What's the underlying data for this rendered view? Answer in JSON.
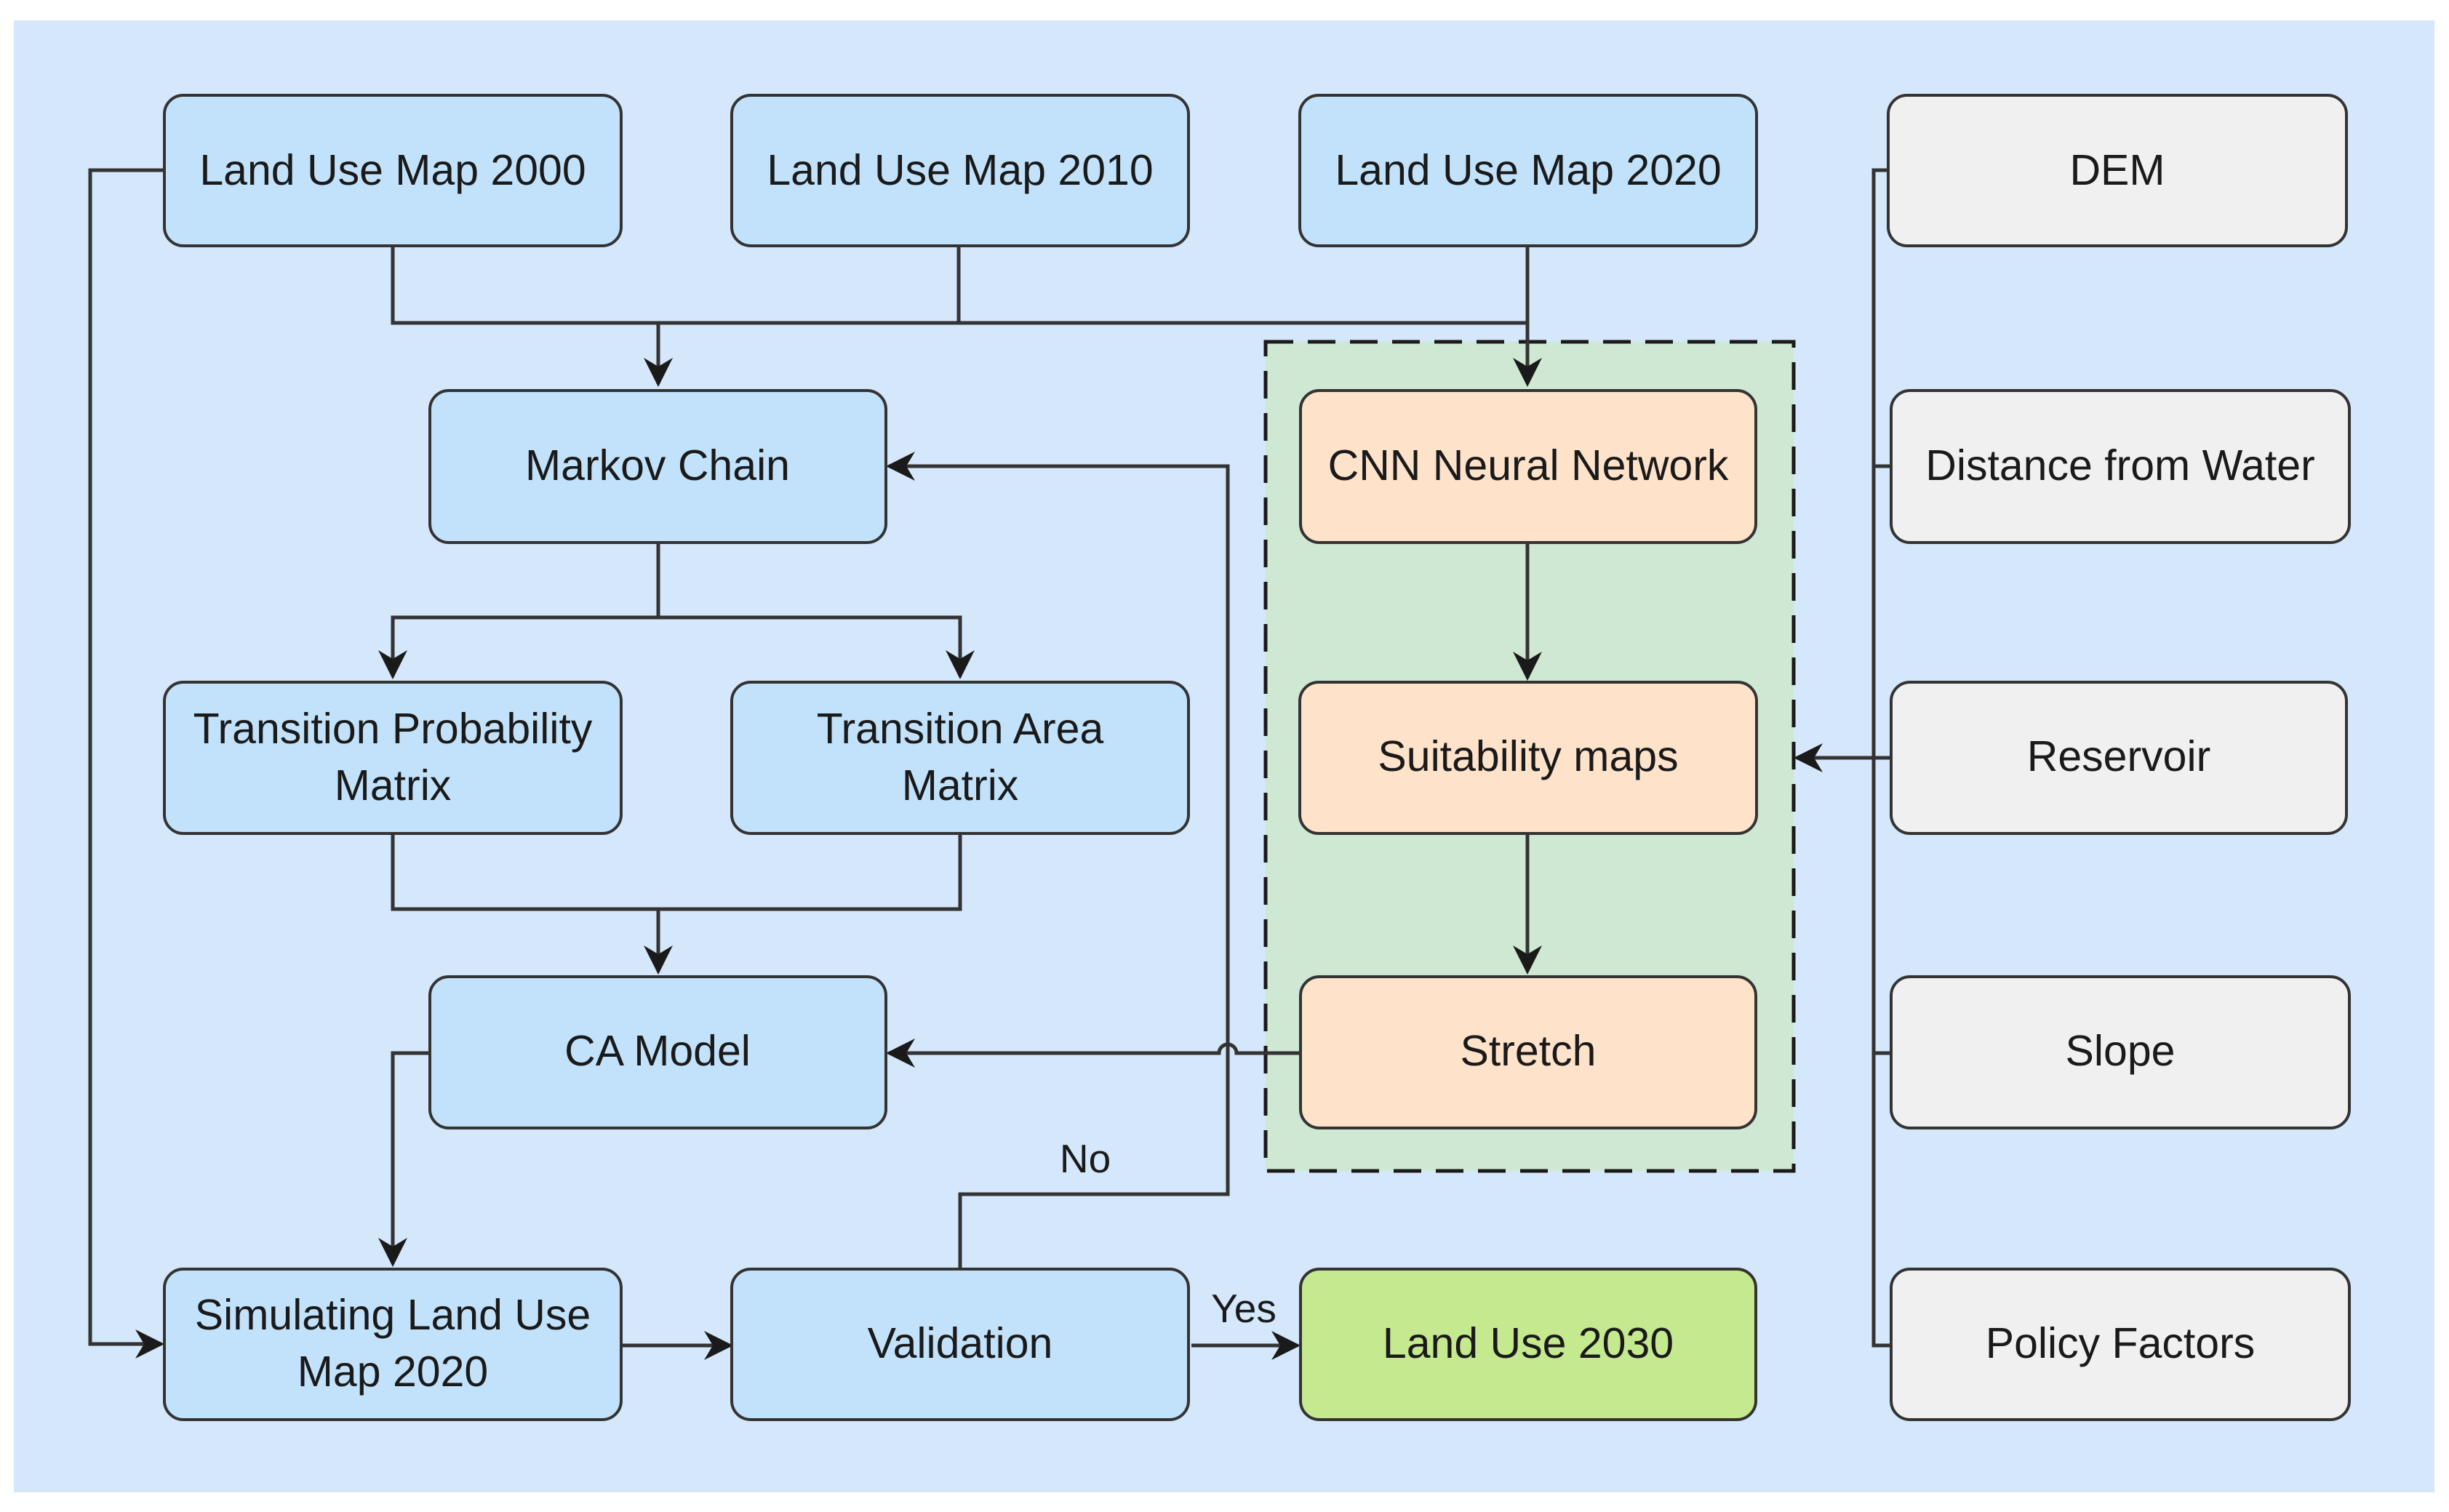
{
  "colors": {
    "background": "#d4e7fb",
    "box_blue": "#c2e2fb",
    "box_orange": "#fee2ca",
    "box_grey": "#f0f0f0",
    "box_green": "#c5e98e",
    "group_green": "#cfe8d3",
    "stroke": "#333333"
  },
  "nodes": {
    "lu2000": "Land Use Map 2000",
    "lu2010": "Land Use Map 2010",
    "lu2020": "Land Use Map 2020",
    "dem": "DEM",
    "markov": "Markov Chain",
    "cnn": "CNN Neural Network",
    "dist_water": "Distance from Water",
    "tpm": [
      "Transition Probability",
      "Matrix"
    ],
    "tam": [
      "Transition Area",
      "Matrix"
    ],
    "suitability": "Suitability maps",
    "reservoir": "Reservoir",
    "ca": "CA Model",
    "stretch": "Stretch",
    "slope": "Slope",
    "sim": [
      "Simulating Land Use",
      "Map 2020"
    ],
    "validation": "Validation",
    "lu2030": "Land Use 2030",
    "policy": "Policy Factors"
  },
  "edges": {
    "no": "No",
    "yes": "Yes"
  }
}
